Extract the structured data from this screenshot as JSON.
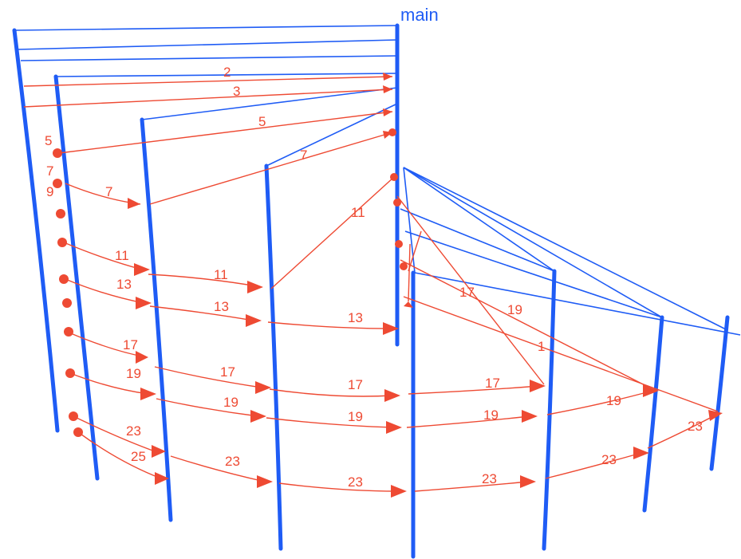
{
  "title": "main",
  "colors": {
    "thread": "#1f5cf5",
    "message": "#ee4a33",
    "background": "#ffffff"
  },
  "message_labels": [
    "2",
    "3",
    "5",
    "7",
    "11",
    "13",
    "17",
    "19",
    "23",
    "25",
    "1",
    "9"
  ]
}
